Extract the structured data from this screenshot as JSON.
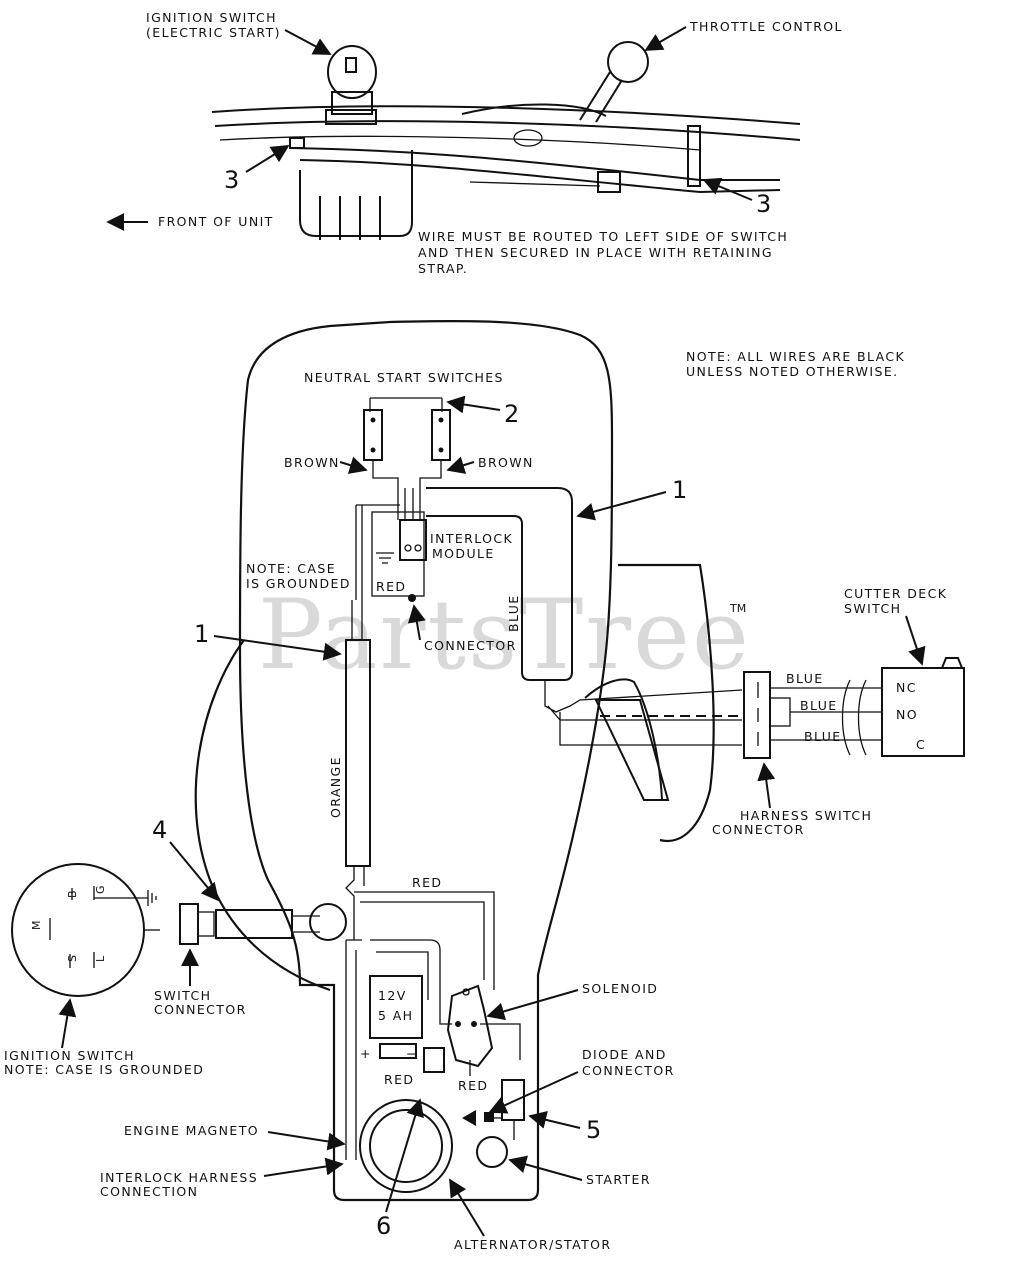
{
  "watermark": {
    "text": "PartsTree",
    "tm": "TM"
  },
  "top_detail": {
    "ignition_switch_line1": "IGNITION SWITCH",
    "ignition_switch_line2": "(ELECTRIC START)",
    "throttle_control": "THROTTLE CONTROL",
    "front_of_unit": "FRONT OF UNIT",
    "callout_left": "3",
    "callout_right": "3",
    "note_line1": "WIRE MUST BE ROUTED TO LEFT SIDE OF SWITCH",
    "note_line2": "AND THEN SECURED IN PLACE WITH RETAINING",
    "note_line3": "STRAP."
  },
  "main": {
    "note_wires_line1": "NOTE: ALL WIRES ARE BLACK",
    "note_wires_line2": "UNLESS NOTED OTHERWISE.",
    "neutral_start_switches": "NEUTRAL START SWITCHES",
    "callout_2": "2",
    "brown_left": "BROWN",
    "brown_right": "BROWN",
    "callout_1_right": "1",
    "interlock_module_line1": "INTERLOCK",
    "interlock_module_line2": "MODULE",
    "note_case_line1": "NOTE: CASE",
    "note_case_line2": "IS GROUNDED",
    "red_module": "RED",
    "connector": "CONNECTOR",
    "blue_vertical": "BLUE",
    "callout_1_left": "1",
    "orange": "ORANGE",
    "cutter_deck_line1": "CUTTER DECK",
    "cutter_deck_line2": "SWITCH",
    "nc": "NC",
    "no": "NO",
    "c": "C",
    "blue_1": "BLUE",
    "blue_2": "BLUE",
    "blue_3": "BLUE",
    "harness_switch_line1": "HARNESS SWITCH",
    "harness_switch_line2": "CONNECTOR",
    "callout_4": "4",
    "red_top": "RED",
    "ign_m": "M",
    "ign_b": "B",
    "ign_g": "G",
    "ign_s": "S",
    "ign_l": "L",
    "switch_connector_line1": "SWITCH",
    "switch_connector_line2": "CONNECTOR",
    "ignition_switch_line1": "IGNITION SWITCH",
    "ignition_switch_line2": "NOTE: CASE IS GROUNDED",
    "battery_line1": "12V",
    "battery_line2": "5 AH",
    "plus": "+",
    "minus": "−",
    "solenoid": "SOLENOID",
    "red_left": "RED",
    "red_right": "RED",
    "diode_line1": "DIODE AND",
    "diode_line2": "CONNECTOR",
    "callout_5": "5",
    "engine_magneto": "ENGINE MAGNETO",
    "interlock_harness_line1": "INTERLOCK HARNESS",
    "interlock_harness_line2": "CONNECTION",
    "starter": "STARTER",
    "callout_6": "6",
    "alternator": "ALTERNATOR/STATOR"
  }
}
